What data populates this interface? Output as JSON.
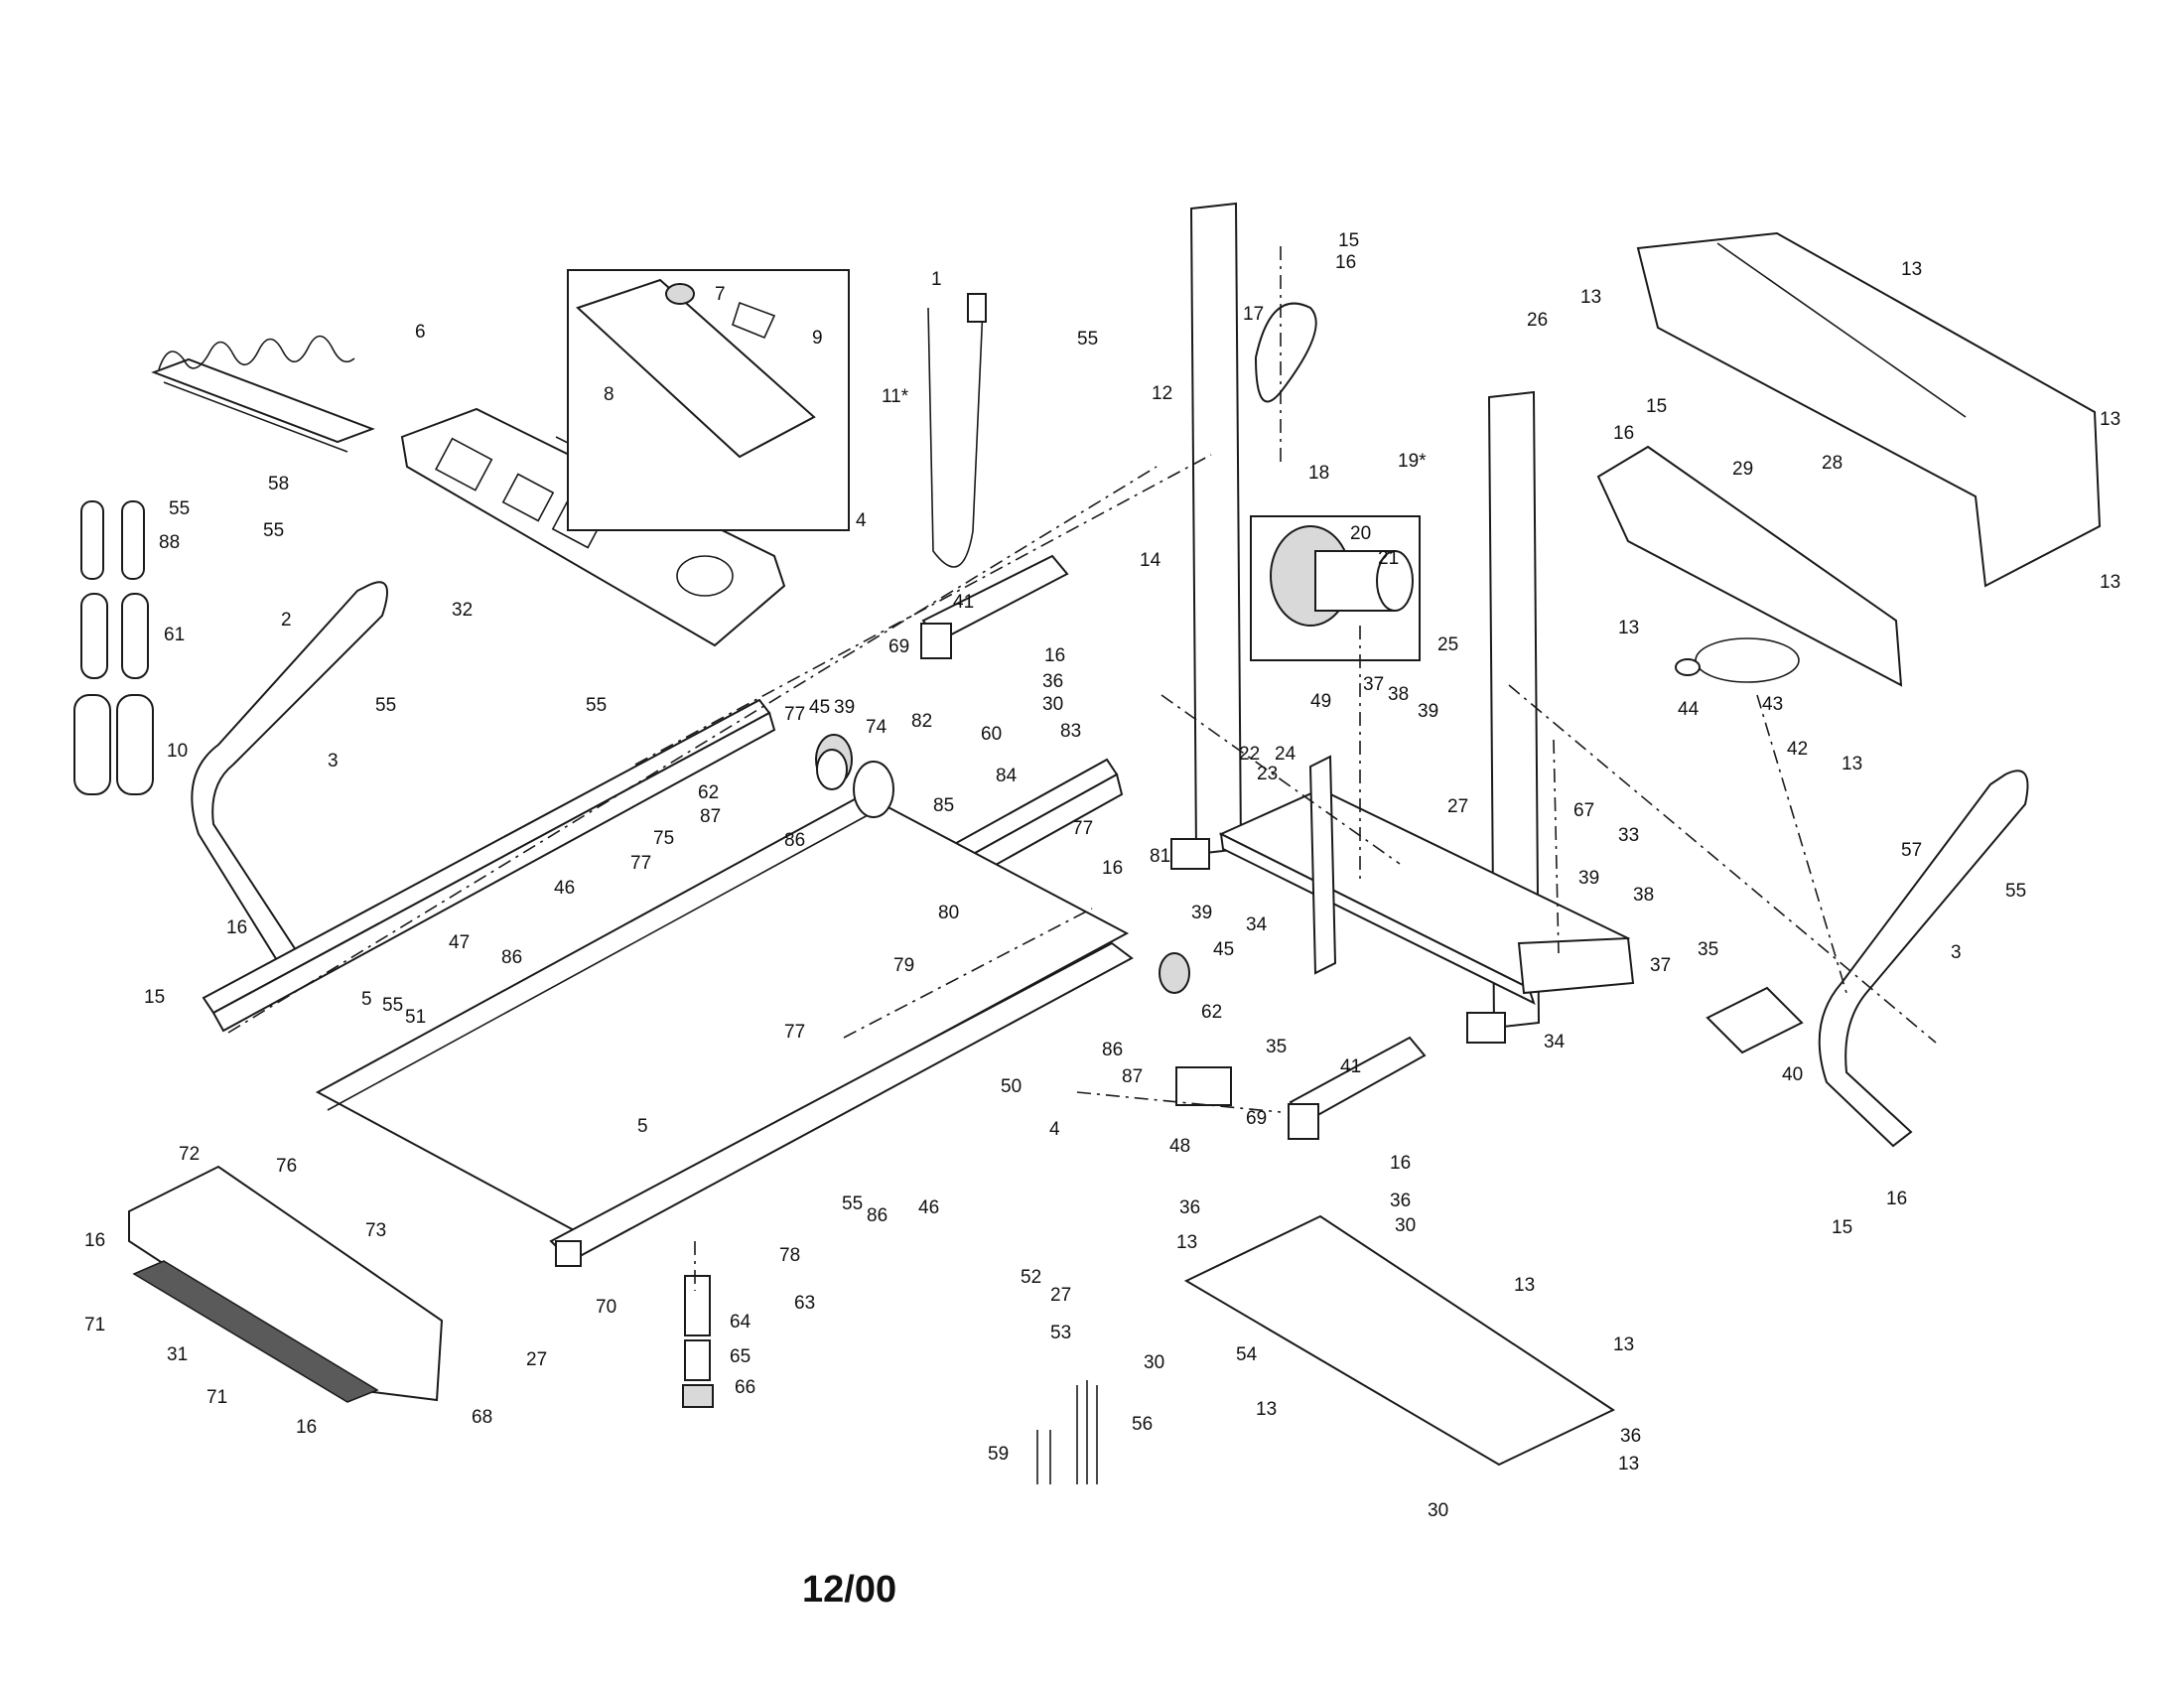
{
  "date_code": "12/00",
  "callouts": [
    {
      "id": "c1",
      "text": "1"
    },
    {
      "id": "c2",
      "text": "2"
    },
    {
      "id": "c3a",
      "text": "3"
    },
    {
      "id": "c3b",
      "text": "3"
    },
    {
      "id": "c4a",
      "text": "4"
    },
    {
      "id": "c4b",
      "text": "4"
    },
    {
      "id": "c5a",
      "text": "5"
    },
    {
      "id": "c5b",
      "text": "5"
    },
    {
      "id": "c6",
      "text": "6"
    },
    {
      "id": "c7",
      "text": "7"
    },
    {
      "id": "c8",
      "text": "8"
    },
    {
      "id": "c9",
      "text": "9"
    },
    {
      "id": "c10",
      "text": "10"
    },
    {
      "id": "c11",
      "text": "11*"
    },
    {
      "id": "c12",
      "text": "12"
    },
    {
      "id": "c13a",
      "text": "13"
    },
    {
      "id": "c13b",
      "text": "13"
    },
    {
      "id": "c13c",
      "text": "13"
    },
    {
      "id": "c13d",
      "text": "13"
    },
    {
      "id": "c13e",
      "text": "13"
    },
    {
      "id": "c13f",
      "text": "13"
    },
    {
      "id": "c13g",
      "text": "13"
    },
    {
      "id": "c13h",
      "text": "13"
    },
    {
      "id": "c13i",
      "text": "13"
    },
    {
      "id": "c13j",
      "text": "13"
    },
    {
      "id": "c13k",
      "text": "13"
    },
    {
      "id": "c14",
      "text": "14"
    },
    {
      "id": "c15a",
      "text": "15"
    },
    {
      "id": "c15b",
      "text": "15"
    },
    {
      "id": "c15c",
      "text": "15"
    },
    {
      "id": "c15d",
      "text": "15"
    },
    {
      "id": "c16a",
      "text": "16"
    },
    {
      "id": "c16b",
      "text": "16"
    },
    {
      "id": "c16c",
      "text": "16"
    },
    {
      "id": "c16d",
      "text": "16"
    },
    {
      "id": "c16e",
      "text": "16"
    },
    {
      "id": "c16f",
      "text": "16"
    },
    {
      "id": "c16g",
      "text": "16"
    },
    {
      "id": "c16h",
      "text": "16"
    },
    {
      "id": "c16i",
      "text": "16"
    },
    {
      "id": "c17",
      "text": "17"
    },
    {
      "id": "c18",
      "text": "18"
    },
    {
      "id": "c19",
      "text": "19*"
    },
    {
      "id": "c20",
      "text": "20"
    },
    {
      "id": "c21",
      "text": "21"
    },
    {
      "id": "c22",
      "text": "22"
    },
    {
      "id": "c23",
      "text": "23"
    },
    {
      "id": "c24",
      "text": "24"
    },
    {
      "id": "c25",
      "text": "25"
    },
    {
      "id": "c26",
      "text": "26"
    },
    {
      "id": "c27a",
      "text": "27"
    },
    {
      "id": "c27b",
      "text": "27"
    },
    {
      "id": "c27c",
      "text": "27"
    },
    {
      "id": "c28",
      "text": "28"
    },
    {
      "id": "c29",
      "text": "29"
    },
    {
      "id": "c30a",
      "text": "30"
    },
    {
      "id": "c30b",
      "text": "30"
    },
    {
      "id": "c30c",
      "text": "30"
    },
    {
      "id": "c30d",
      "text": "30"
    },
    {
      "id": "c31",
      "text": "31"
    },
    {
      "id": "c32",
      "text": "32"
    },
    {
      "id": "c33",
      "text": "33"
    },
    {
      "id": "c34a",
      "text": "34"
    },
    {
      "id": "c34b",
      "text": "34"
    },
    {
      "id": "c35a",
      "text": "35"
    },
    {
      "id": "c35b",
      "text": "35"
    },
    {
      "id": "c36a",
      "text": "36"
    },
    {
      "id": "c36b",
      "text": "36"
    },
    {
      "id": "c36c",
      "text": "36"
    },
    {
      "id": "c36d",
      "text": "36"
    },
    {
      "id": "c37a",
      "text": "37"
    },
    {
      "id": "c37b",
      "text": "37"
    },
    {
      "id": "c38a",
      "text": "38"
    },
    {
      "id": "c38b",
      "text": "38"
    },
    {
      "id": "c39a",
      "text": "39"
    },
    {
      "id": "c39b",
      "text": "39"
    },
    {
      "id": "c39c",
      "text": "39"
    },
    {
      "id": "c39d",
      "text": "39"
    },
    {
      "id": "c40",
      "text": "40"
    },
    {
      "id": "c41a",
      "text": "41"
    },
    {
      "id": "c41b",
      "text": "41"
    },
    {
      "id": "c42",
      "text": "42"
    },
    {
      "id": "c43",
      "text": "43"
    },
    {
      "id": "c44",
      "text": "44"
    },
    {
      "id": "c45a",
      "text": "45"
    },
    {
      "id": "c45b",
      "text": "45"
    },
    {
      "id": "c46a",
      "text": "46"
    },
    {
      "id": "c46b",
      "text": "46"
    },
    {
      "id": "c47",
      "text": "47"
    },
    {
      "id": "c48",
      "text": "48"
    },
    {
      "id": "c49",
      "text": "49"
    },
    {
      "id": "c50",
      "text": "50"
    },
    {
      "id": "c51",
      "text": "51"
    },
    {
      "id": "c52",
      "text": "52"
    },
    {
      "id": "c53",
      "text": "53"
    },
    {
      "id": "c54",
      "text": "54"
    },
    {
      "id": "c55a",
      "text": "55"
    },
    {
      "id": "c55b",
      "text": "55"
    },
    {
      "id": "c55c",
      "text": "55"
    },
    {
      "id": "c55d",
      "text": "55"
    },
    {
      "id": "c55e",
      "text": "55"
    },
    {
      "id": "c55f",
      "text": "55"
    },
    {
      "id": "c55g",
      "text": "55"
    },
    {
      "id": "c55h",
      "text": "55"
    },
    {
      "id": "c56",
      "text": "56"
    },
    {
      "id": "c57",
      "text": "57"
    },
    {
      "id": "c58",
      "text": "58"
    },
    {
      "id": "c59",
      "text": "59"
    },
    {
      "id": "c60",
      "text": "60"
    },
    {
      "id": "c61",
      "text": "61"
    },
    {
      "id": "c62a",
      "text": "62"
    },
    {
      "id": "c62b",
      "text": "62"
    },
    {
      "id": "c63",
      "text": "63"
    },
    {
      "id": "c64",
      "text": "64"
    },
    {
      "id": "c65",
      "text": "65"
    },
    {
      "id": "c66",
      "text": "66"
    },
    {
      "id": "c67",
      "text": "67"
    },
    {
      "id": "c68",
      "text": "68"
    },
    {
      "id": "c69a",
      "text": "69"
    },
    {
      "id": "c69b",
      "text": "69"
    },
    {
      "id": "c70",
      "text": "70"
    },
    {
      "id": "c71a",
      "text": "71"
    },
    {
      "id": "c71b",
      "text": "71"
    },
    {
      "id": "c72",
      "text": "72"
    },
    {
      "id": "c73",
      "text": "73"
    },
    {
      "id": "c74",
      "text": "74"
    },
    {
      "id": "c75",
      "text": "75"
    },
    {
      "id": "c76",
      "text": "76"
    },
    {
      "id": "c77a",
      "text": "77"
    },
    {
      "id": "c77b",
      "text": "77"
    },
    {
      "id": "c77c",
      "text": "77"
    },
    {
      "id": "c77d",
      "text": "77"
    },
    {
      "id": "c78",
      "text": "78"
    },
    {
      "id": "c79",
      "text": "79"
    },
    {
      "id": "c80",
      "text": "80"
    },
    {
      "id": "c81",
      "text": "81"
    },
    {
      "id": "c82",
      "text": "82"
    },
    {
      "id": "c83",
      "text": "83"
    },
    {
      "id": "c84",
      "text": "84"
    },
    {
      "id": "c85",
      "text": "85"
    },
    {
      "id": "c86a",
      "text": "86"
    },
    {
      "id": "c86b",
      "text": "86"
    },
    {
      "id": "c86c",
      "text": "86"
    },
    {
      "id": "c86d",
      "text": "86"
    },
    {
      "id": "c87a",
      "text": "87"
    },
    {
      "id": "c87b",
      "text": "87"
    },
    {
      "id": "c88",
      "text": "88"
    }
  ]
}
